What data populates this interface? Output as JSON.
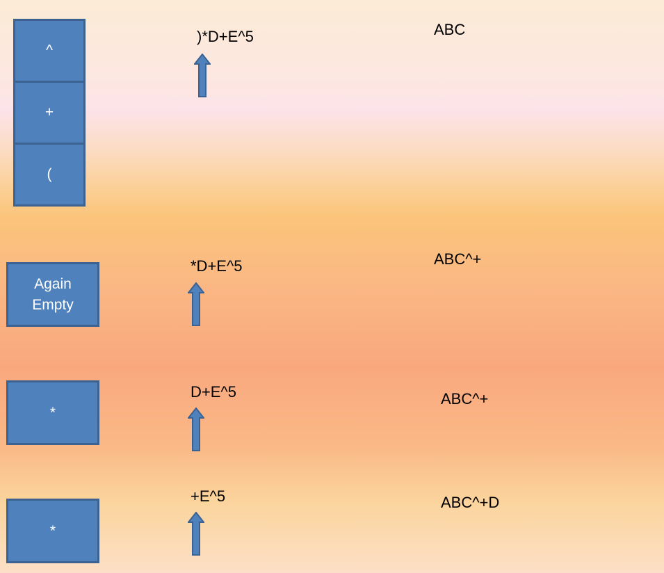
{
  "colors": {
    "box_fill": "#4f81bd",
    "box_border": "#3b6291",
    "box_text": "#ffffff",
    "text": "#000000"
  },
  "steps": [
    {
      "stack": [
        "^",
        "+",
        "("
      ],
      "remaining_input": ")*D+E^5",
      "pointer_icon": "up-arrow-icon",
      "postfix_output": "ABC"
    },
    {
      "stack_label": "Again Empty",
      "stack_label_lines": [
        "Again",
        "Empty"
      ],
      "remaining_input": "*D+E^5",
      "pointer_icon": "up-arrow-icon",
      "postfix_output": "ABC^+"
    },
    {
      "stack": [
        "*"
      ],
      "remaining_input": "D+E^5",
      "pointer_icon": "up-arrow-icon",
      "postfix_output": "ABC^+"
    },
    {
      "stack": [
        "*"
      ],
      "remaining_input": "+E^5",
      "pointer_icon": "up-arrow-icon",
      "postfix_output": "ABC^+D"
    }
  ]
}
